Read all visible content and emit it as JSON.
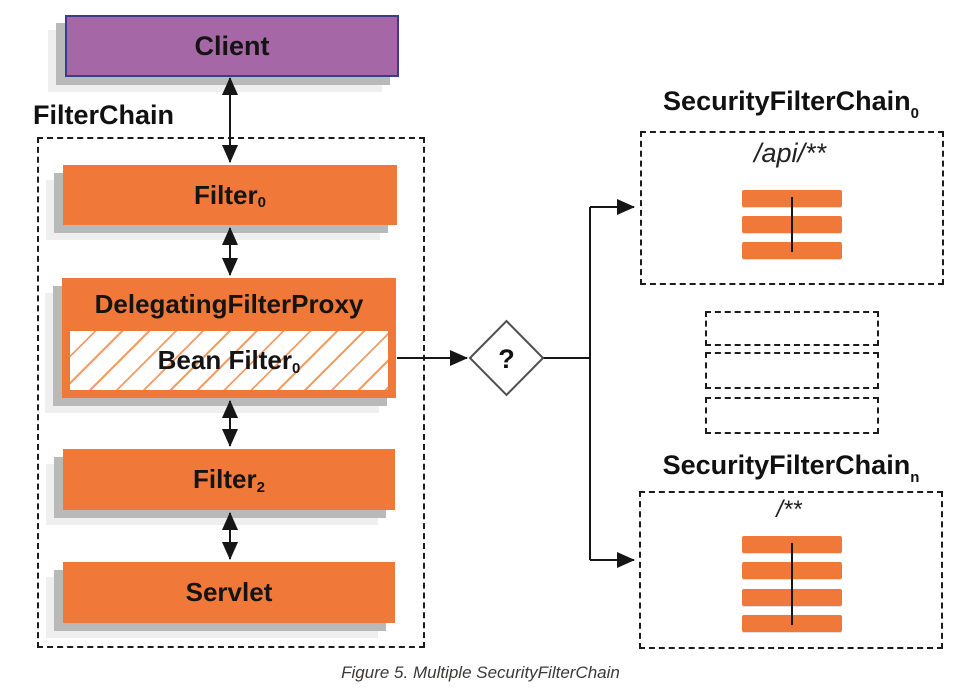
{
  "diagram": {
    "client": {
      "label": "Client"
    },
    "filter_chain": {
      "label": "FilterChain",
      "filter0": {
        "label": "Filter",
        "sub": "0"
      },
      "delegating_filter_proxy": {
        "label": "DelegatingFilterProxy"
      },
      "bean_filter": {
        "label": "Bean Filter",
        "sub": "0"
      },
      "filter2": {
        "label": "Filter",
        "sub": "2"
      },
      "servlet": {
        "label": "Servlet"
      }
    },
    "decision": {
      "label": "?"
    },
    "chains": {
      "sfc0": {
        "title": "SecurityFilterChain",
        "sub": "0",
        "pattern": "/api/**",
        "bar_count": 3
      },
      "sfcn": {
        "title": "SecurityFilterChain",
        "sub": "n",
        "pattern": "/**",
        "bar_count": 4
      }
    },
    "placeholder_count": 3,
    "colors": {
      "orange": "#f0793a",
      "purple": "#a667a6",
      "purple_border": "#3b3b8f",
      "shadow": "#b9b9b9",
      "hatch": "#f39c66"
    }
  },
  "caption": "Figure 5. Multiple SecurityFilterChain"
}
